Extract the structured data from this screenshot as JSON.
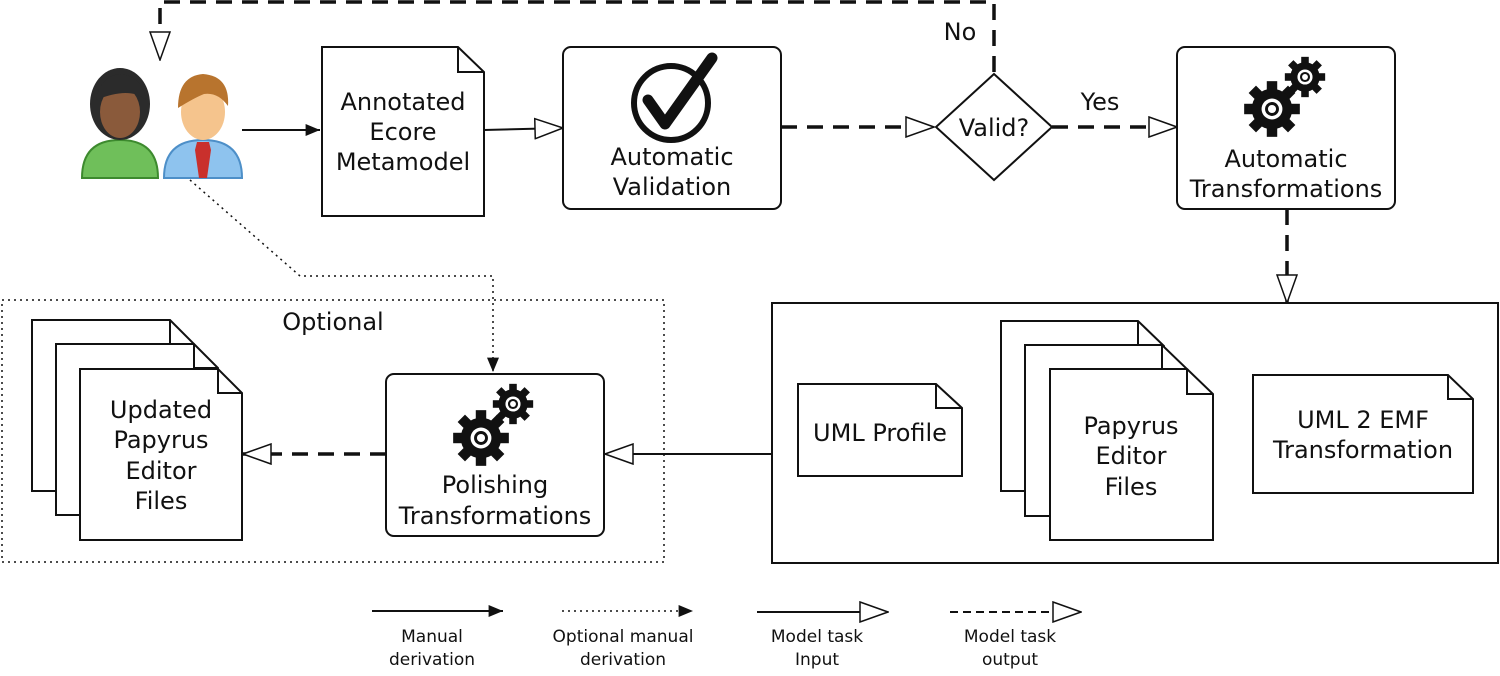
{
  "annotated": [
    "Annotated",
    "Ecore",
    "Metamodel"
  ],
  "auto_validation": [
    "Automatic",
    "Validation"
  ],
  "decision": "Valid?",
  "no_label": "No",
  "yes_label": "Yes",
  "auto_transform": [
    "Automatic",
    "Transformations"
  ],
  "uml_profile": "UML Profile",
  "papyrus_files": [
    "Papyrus",
    "Editor",
    "Files"
  ],
  "uml2emf": [
    "UML 2 EMF",
    "Transformation"
  ],
  "polishing": [
    "Polishing",
    "Transformations"
  ],
  "updated_files": [
    "Updated",
    "Papyrus",
    "Editor",
    "Files"
  ],
  "optional": "Optional",
  "legend": [
    {
      "line1": "Manual",
      "line2": "derivation",
      "style": "solid",
      "head": "filled"
    },
    {
      "line1": "Optional manual",
      "line2": "derivation",
      "style": "dotted",
      "head": "filled"
    },
    {
      "line1": "Model task",
      "line2": "Input",
      "style": "solid",
      "head": "open"
    },
    {
      "line1": "Model task",
      "line2": "output",
      "style": "dashed",
      "head": "open"
    }
  ],
  "icons": {
    "users": "users-icon",
    "check": "checkmark-icon",
    "gears": "gears-icon"
  }
}
